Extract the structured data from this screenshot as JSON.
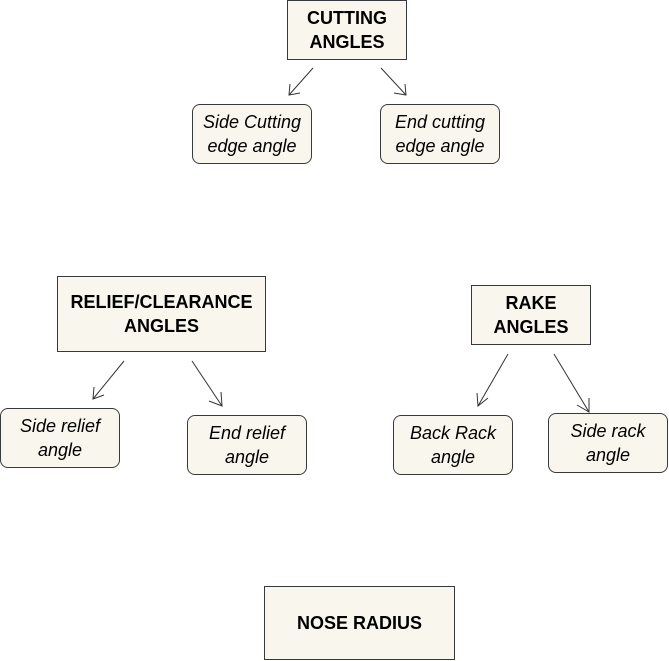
{
  "diagram": {
    "groups": [
      {
        "id": "cutting",
        "heading": "CUTTING\nANGLES",
        "children": [
          "Side Cutting\nedge angle",
          "End cutting\nedge angle"
        ]
      },
      {
        "id": "relief",
        "heading": "RELIEF/CLEARANCE\nANGLES",
        "children": [
          "Side relief\nangle",
          "End relief\nangle"
        ]
      },
      {
        "id": "rake",
        "heading": "RAKE\nANGLES",
        "children": [
          "Back Rack\nangle",
          "Side rack\nangle"
        ]
      },
      {
        "id": "nose",
        "heading": "NOSE RADIUS",
        "children": []
      }
    ],
    "colors": {
      "box_fill": "#f9f7ed",
      "box_stroke": "#36393d",
      "arrow": "#333333",
      "text": "#000000"
    }
  }
}
